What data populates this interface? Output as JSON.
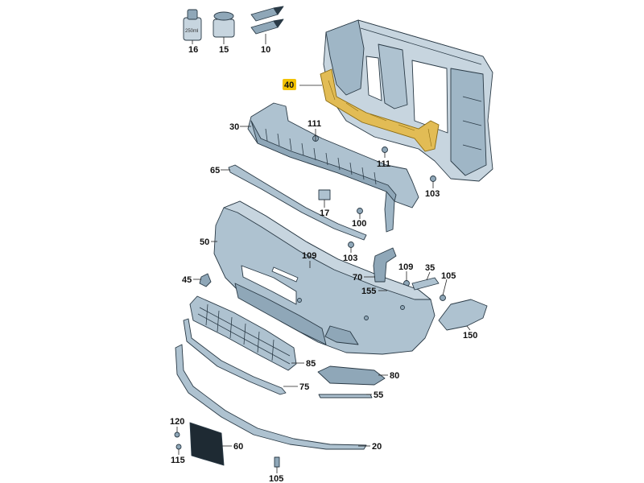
{
  "colors": {
    "part_fill": "#c7d5df",
    "part_fill_dark": "#8fa7b8",
    "part_stroke": "#2a3a46",
    "highlight_fill": "#e2bc55",
    "highlight_stroke": "#8a6a10",
    "label_highlight": "#f2c200"
  },
  "parts": {
    "p16": {
      "label": "16",
      "icon": "bottle-icon",
      "text": "250ml"
    },
    "p15": {
      "label": "15",
      "icon": "tube-icon"
    },
    "p10": {
      "label": "10",
      "icon": "touch-up-pen-icon"
    },
    "p40": {
      "label": "40",
      "highlighted": true
    },
    "p30": {
      "label": "30"
    },
    "p111a": {
      "label": "111"
    },
    "p111b": {
      "label": "111"
    },
    "p65": {
      "label": "65"
    },
    "p103a": {
      "label": "103"
    },
    "p17": {
      "label": "17"
    },
    "p100": {
      "label": "100"
    },
    "p50": {
      "label": "50"
    },
    "p103b": {
      "label": "103"
    },
    "p109a": {
      "label": "109"
    },
    "p109b": {
      "label": "109"
    },
    "p35": {
      "label": "35"
    },
    "p105a": {
      "label": "105"
    },
    "p45": {
      "label": "45"
    },
    "p70": {
      "label": "70"
    },
    "p155": {
      "label": "155"
    },
    "p150": {
      "label": "150"
    },
    "p85": {
      "label": "85"
    },
    "p80": {
      "label": "80"
    },
    "p75": {
      "label": "75"
    },
    "p55": {
      "label": "55"
    },
    "p120": {
      "label": "120"
    },
    "p115": {
      "label": "115"
    },
    "p60": {
      "label": "60"
    },
    "p20": {
      "label": "20"
    },
    "p105b": {
      "label": "105"
    }
  }
}
